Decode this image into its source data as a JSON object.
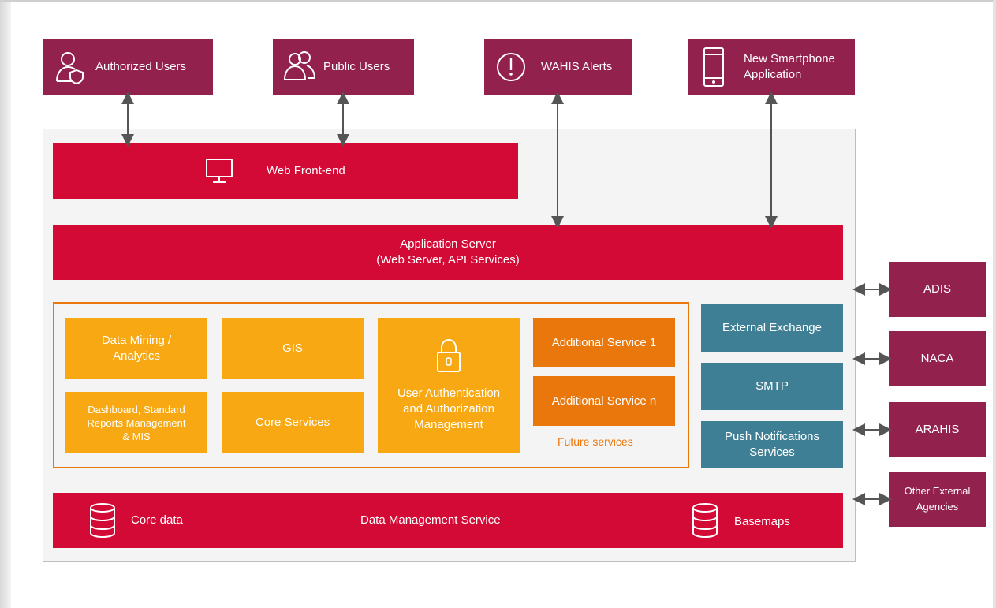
{
  "top_boxes": [
    {
      "label": "Authorized Users"
    },
    {
      "label": "Public Users"
    },
    {
      "label": "WAHIS Alerts"
    },
    {
      "label_line1": "New Smartphone",
      "label_line2": "Application"
    }
  ],
  "web_frontend": {
    "label": "Web Front-end"
  },
  "app_server": {
    "line1": "Application Server",
    "line2": "(Web Server, API Services)"
  },
  "services": {
    "data_mining": {
      "line1": "Data Mining /",
      "line2": "Analytics"
    },
    "gis": "GIS",
    "dashboard": {
      "line1": "Dashboard, Standard",
      "line2": "Reports Management",
      "line3": "& MIS"
    },
    "core_services": "Core Services",
    "user_auth": {
      "line1": "User Authentication",
      "line2": "and Authorization",
      "line3": "Management"
    },
    "additional_1": "Additional Service 1",
    "additional_n": "Additional Service n",
    "future": "Future services"
  },
  "teal_boxes": {
    "external_exchange": "External Exchange",
    "smtp": "SMTP",
    "push": {
      "line1": "Push Notifications",
      "line2": "Services"
    }
  },
  "external": {
    "adis": "ADIS",
    "naca": "NACA",
    "arahis": "ARAHIS",
    "other": {
      "line1": "Other External",
      "line2": "Agencies"
    }
  },
  "data_bar": {
    "core_data": "Core data",
    "title": "Data Management Service",
    "basemaps": "Basemaps"
  },
  "colors": {
    "maroon": "#93214e",
    "red": "#d40a36",
    "amber": "#f7a813",
    "orange": "#e9770b",
    "teal": "#3f7f95"
  }
}
